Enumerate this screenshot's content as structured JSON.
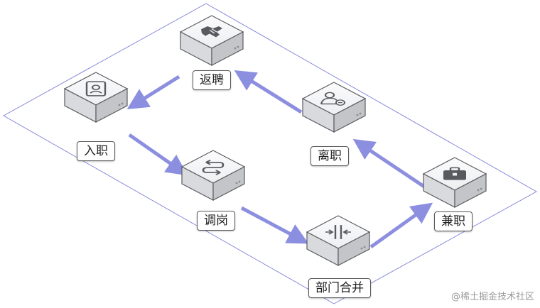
{
  "nodes": {
    "rehire": {
      "label": "返聘",
      "icon": "handshake-icon"
    },
    "onboard": {
      "label": "入职",
      "icon": "id-badge-icon"
    },
    "resign": {
      "label": "离职",
      "icon": "user-minus-icon"
    },
    "transfer": {
      "label": "调岗",
      "icon": "transfer-icon"
    },
    "parttime": {
      "label": "兼职",
      "icon": "briefcase-icon"
    },
    "merge": {
      "label": "部门合并",
      "icon": "merge-icon"
    }
  },
  "flow": [
    "onboard",
    "transfer",
    "merge",
    "parttime",
    "resign",
    "rehire",
    "onboard"
  ],
  "colors": {
    "arrow": "#8c8fe0",
    "plane_border": "#7b7fd6",
    "cube_top": "#f6f6f7",
    "cube_left": "#d9dadd",
    "cube_right": "#c3c5c9",
    "icon": "#585a60"
  },
  "watermark": "@稀土掘金技术社区"
}
